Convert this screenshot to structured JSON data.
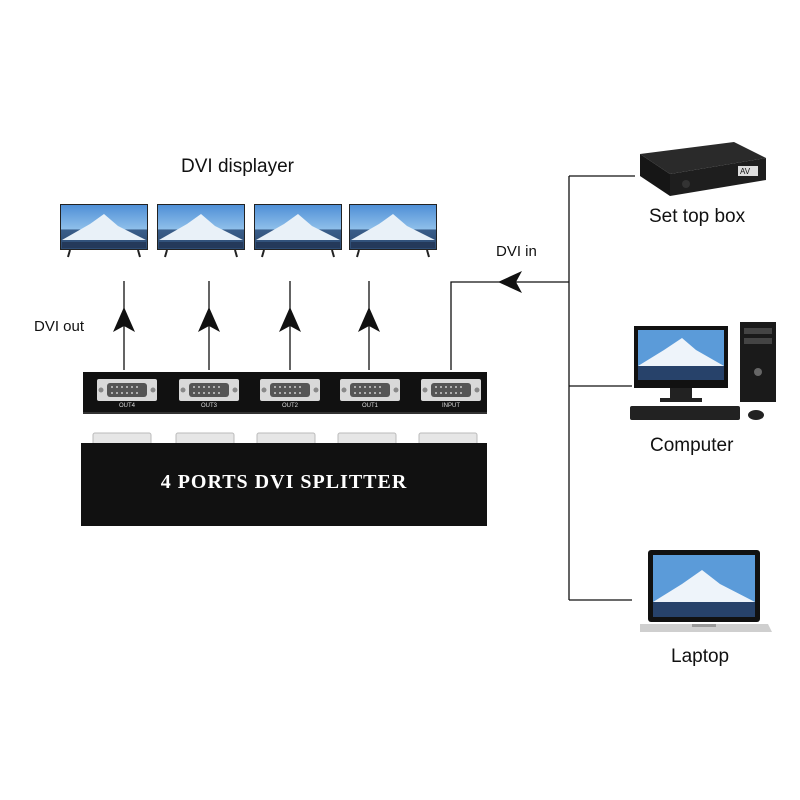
{
  "labels": {
    "dvi_displayer": "DVI displayer",
    "dvi_out": "DVI out",
    "dvi_in": "DVI in",
    "set_top_box": "Set top box",
    "computer": "Computer",
    "laptop": "Laptop"
  },
  "splitter": {
    "title": "4 PORTS DVI SPLITTER",
    "ports": [
      "OUT4",
      "OUT3",
      "OUT2",
      "OUT1",
      "INPUT"
    ]
  },
  "set_top_box_logo": "AV"
}
